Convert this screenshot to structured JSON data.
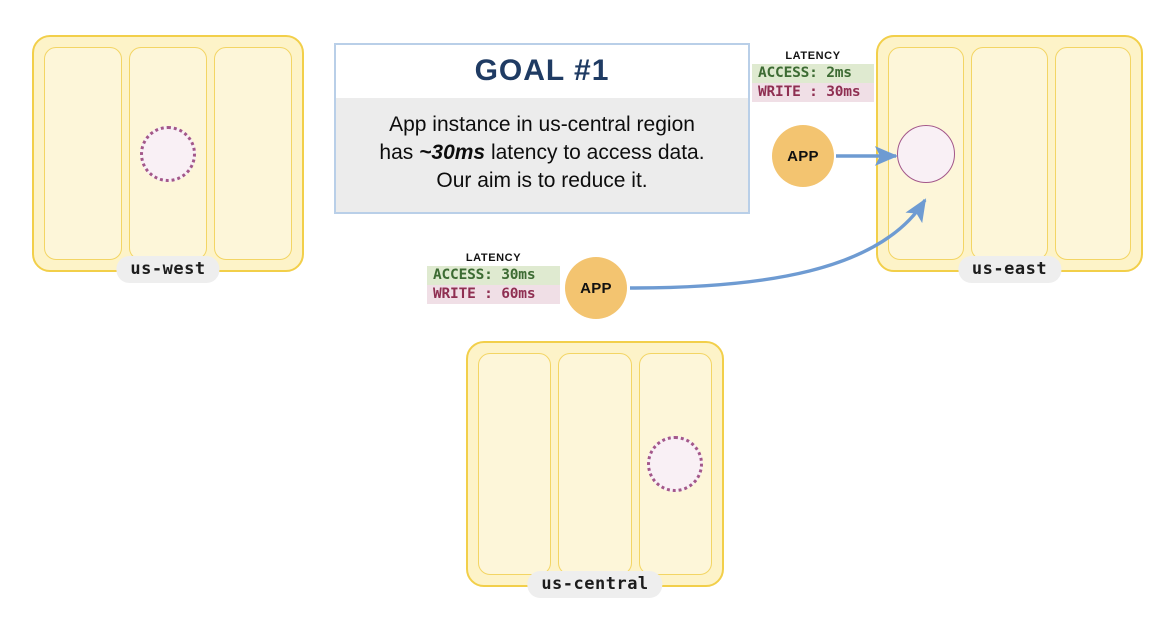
{
  "goal_panel": {
    "title": "GOAL  #1",
    "body_line1": "App instance in us-central region",
    "body_line2_pre": "has ",
    "body_line2_emph": "~30ms",
    "body_line2_post": " latency to access data.",
    "body_line3": "Our aim is to reduce it.",
    "border_color": "#b9cfe8",
    "title_color": "#1f3b63",
    "body_bg": "#ececec"
  },
  "regions": [
    {
      "id": "us-west",
      "label": "us-west",
      "zones": [
        "zone-a",
        "zone-b",
        "zone-c"
      ],
      "replica_zone_index": 1,
      "replica_role": "follower"
    },
    {
      "id": "us-east",
      "label": "us-east",
      "zones": [
        "zone-a",
        "zone-b",
        "zone-c"
      ],
      "replica_zone_index": 0,
      "replica_role": "leader"
    },
    {
      "id": "us-central",
      "label": "us-central",
      "zones": [
        "zone-a",
        "zone-b",
        "zone-c"
      ],
      "replica_zone_index": 2,
      "replica_role": "follower"
    }
  ],
  "app_nodes": [
    {
      "id": "app-us-east",
      "label": "APP"
    },
    {
      "id": "app-us-central",
      "label": "APP"
    }
  ],
  "latency_boxes": [
    {
      "id": "latency-us-east",
      "title": "LATENCY",
      "access_label": "ACCESS:",
      "access_value": "2ms",
      "access_text": "ACCESS: 2ms",
      "write_label": "WRITE :",
      "write_value": "30ms",
      "write_text": "WRITE : 30ms"
    },
    {
      "id": "latency-us-central",
      "title": "LATENCY",
      "access_label": "ACCESS:",
      "access_value": "30ms",
      "access_text": "ACCESS: 30ms",
      "write_label": "WRITE :",
      "write_value": "60ms",
      "write_text": "WRITE : 60ms"
    }
  ],
  "colors": {
    "region_fill": "#fdf3c8",
    "region_border": "#f2cf4a",
    "zone_fill": "#fdf6d9",
    "zone_border": "#f3d564",
    "replica_fill": "#f9f0f5",
    "replica_border": "#a3578a",
    "app_fill": "#f3c470",
    "arrow": "#6e9bd2",
    "access_bg": "#dfead0",
    "access_fg": "#3d6b33",
    "write_bg": "#f0dfe6",
    "write_fg": "#8f2f52",
    "label_pill_bg": "#eeeeee"
  },
  "arrows": [
    {
      "id": "arrow-app-east-to-leader",
      "kind": "straight"
    },
    {
      "id": "arrow-app-central-to-leader",
      "kind": "curved"
    }
  ]
}
